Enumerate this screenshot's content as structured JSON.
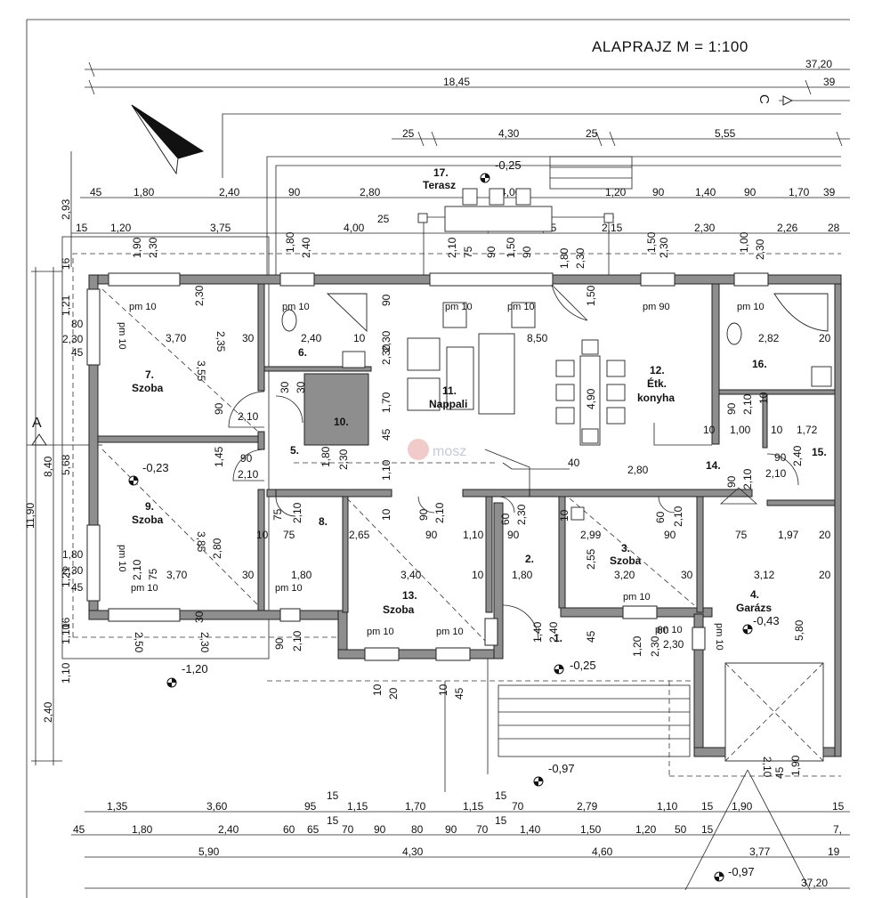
{
  "title": "ALAPRAJZ  M = 1:100",
  "section_marks": {
    "a": "A",
    "c": "C"
  },
  "watermark": "mosz",
  "rooms": [
    {
      "num": "1.",
      "name": ""
    },
    {
      "num": "2.",
      "name": ""
    },
    {
      "num": "3.",
      "name": "Szoba"
    },
    {
      "num": "4.",
      "name": "Garázs"
    },
    {
      "num": "5.",
      "name": ""
    },
    {
      "num": "6.",
      "name": ""
    },
    {
      "num": "7.",
      "name": "Szoba"
    },
    {
      "num": "8.",
      "name": ""
    },
    {
      "num": "9.",
      "name": "Szoba"
    },
    {
      "num": "10.",
      "name": ""
    },
    {
      "num": "11.",
      "name": "Nappali"
    },
    {
      "num": "12.",
      "name": "Étk."
    },
    {
      "num": "",
      "name": "konyha"
    },
    {
      "num": "13.",
      "name": "Szoba"
    },
    {
      "num": "14.",
      "name": ""
    },
    {
      "num": "15.",
      "name": ""
    },
    {
      "num": "16.",
      "name": ""
    },
    {
      "num": "17.",
      "name": "Terasz"
    }
  ],
  "levels": [
    "-0,25",
    "-0,23",
    "-1,20",
    "-0,25",
    "-0,43",
    "-0,97",
    "-0,97"
  ],
  "pm_labels": [
    "pm 10",
    "pm 10",
    "pm 10",
    "pm 10",
    "pm 90",
    "pm 10",
    "pm 10",
    "pm 10",
    "pm 10",
    "pm 10",
    "pm 10",
    "pm 10",
    "pm 10",
    "pm 10",
    "pm 10"
  ],
  "dims_top": [
    "37,20",
    "18,45",
    "39",
    "25",
    "4,30",
    "25",
    "5,55",
    "45",
    "1,80",
    "2,40",
    "90",
    "2,80",
    "4,00",
    "1,20",
    "90",
    "1,40",
    "90",
    "1,70",
    "39",
    "15",
    "1,20",
    "3,75",
    "4,00",
    "25",
    "1,50",
    "1,25",
    "2,15",
    "2,30",
    "2,26",
    "28"
  ],
  "dims_bottom": [
    "1,35",
    "3,60",
    "95",
    "15",
    "1,15",
    "1,70",
    "1,15",
    "15",
    "70",
    "2,79",
    "1,10",
    "15",
    "1,90",
    "15",
    "45",
    "1,80",
    "2,40",
    "60",
    "65",
    "15",
    "70",
    "90",
    "80",
    "90",
    "70",
    "15",
    "1,40",
    "1,50",
    "1,20",
    "50",
    "15",
    "7,",
    "5,90",
    "4,30",
    "4,60",
    "3,77",
    "19",
    "37,20"
  ],
  "dims_left": [
    "2,93",
    "11,90",
    "8,40",
    "5,68",
    "2,40",
    "16",
    "1,21",
    "80",
    "2,30",
    "45",
    "1,80",
    "2,30",
    "1,21",
    "45",
    "1,10",
    "16",
    "1,10"
  ],
  "dims_interior": [
    "3,70",
    "2,35",
    "30",
    "2,40",
    "10",
    "8,50",
    "2,82",
    "20",
    "3,55",
    "90",
    "2,10",
    "1,70",
    "4,90",
    "10",
    "1,00",
    "10",
    "1,72",
    "1,45",
    "90",
    "2,10",
    "1,10",
    "40",
    "2,80",
    "90",
    "2,40",
    "2,10",
    "3,85",
    "2,80",
    "10",
    "75",
    "2,65",
    "90",
    "1,10",
    "90",
    "2,99",
    "90",
    "75",
    "1,97",
    "20",
    "3,70",
    "30",
    "1,80",
    "3,40",
    "10",
    "1,80",
    "2,55",
    "3,20",
    "30",
    "3,12",
    "20",
    "5,80",
    "1,40",
    "2,40",
    "45",
    "1,20",
    "2,30",
    "60",
    "2,30",
    "2,30",
    "2,50",
    "2,10",
    "45",
    "1,90",
    "1,90",
    "2,30",
    "2,10",
    "75",
    "2,10",
    "75",
    "1,80",
    "2,30",
    "1,80",
    "2,30",
    "1,50",
    "2,30",
    "1,00",
    "2,40",
    "90",
    "1,50",
    "90",
    "2,30",
    "90",
    "2,30",
    "1,50",
    "2,30",
    "45",
    "10",
    "30",
    "10",
    "30",
    "30",
    "10",
    "90",
    "2,10",
    "90",
    "2,10",
    "75",
    "2,10",
    "90",
    "2,10",
    "60",
    "2,10",
    "1,80",
    "2,30",
    "60",
    "2,30",
    "90",
    "2,10",
    "10",
    "20",
    "10",
    "45"
  ]
}
